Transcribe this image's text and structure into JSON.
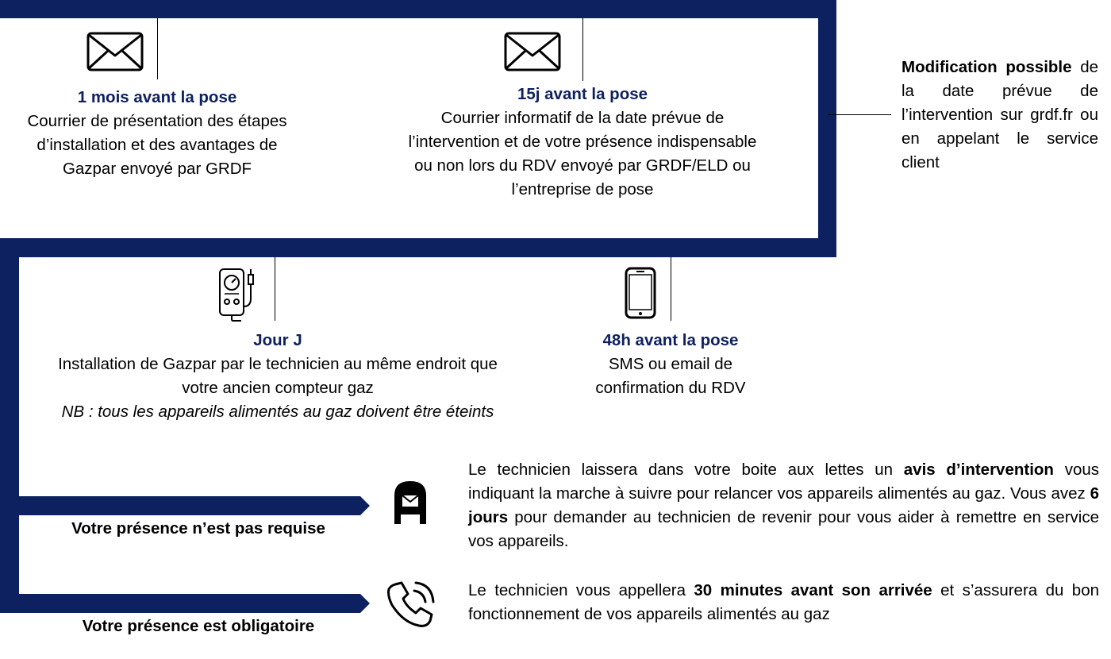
{
  "colors": {
    "accent": "#0d2160",
    "text": "#000000",
    "background": "#ffffff"
  },
  "steps": {
    "month": {
      "icon": "envelope-icon",
      "title": "1 mois avant la pose",
      "lines": [
        "Courrier de présentation des étapes",
        "d’installation et des avantages de",
        "Gazpar envoyé par GRDF"
      ]
    },
    "fifteen": {
      "icon": "envelope-icon",
      "title": "15j avant la pose",
      "lines": [
        "Courrier informatif de la date prévue de",
        "l’intervention et de votre présence indispensable",
        "ou non lors du RDV envoyé par GRDF/ELD ou",
        "l’entreprise de pose"
      ]
    },
    "h48": {
      "icon": "smartphone-icon",
      "title": "48h avant la pose",
      "lines": [
        "SMS ou email de",
        "confirmation du RDV"
      ]
    },
    "dayj": {
      "icon": "gas-meter-icon",
      "title": "Jour J",
      "lines": [
        "Installation de Gazpar par le technicien au même endroit que",
        "votre ancien compteur gaz"
      ],
      "nb": "NB : tous les appareils alimentés au gaz doivent être éteints"
    }
  },
  "modification": {
    "bold": "Modification possible",
    "rest": "de la date prévue de l’intervention sur grdf.fr ou en appelant le service client"
  },
  "branches": {
    "not_required": {
      "label": "Votre présence n’est pas requise",
      "icon": "mailbox-icon",
      "t1": "Le technicien laissera dans votre boite aux lettes un ",
      "b1": "avis d’intervention",
      "t2": " vous indiquant la marche à suivre pour relancer vos appareils alimentés au gaz. Vous avez ",
      "b2": "6 jours",
      "t3": " pour demander au technicien de revenir pour vous aider à remettre en service vos appareils."
    },
    "required": {
      "label": "Votre présence est obligatoire",
      "icon": "phone-call-icon",
      "t1": "Le technicien vous appellera ",
      "b1": "30 minutes avant son arrivée",
      "t2": " et s’assurera du bon fonctionnement de vos appareils alimentés au gaz"
    }
  }
}
